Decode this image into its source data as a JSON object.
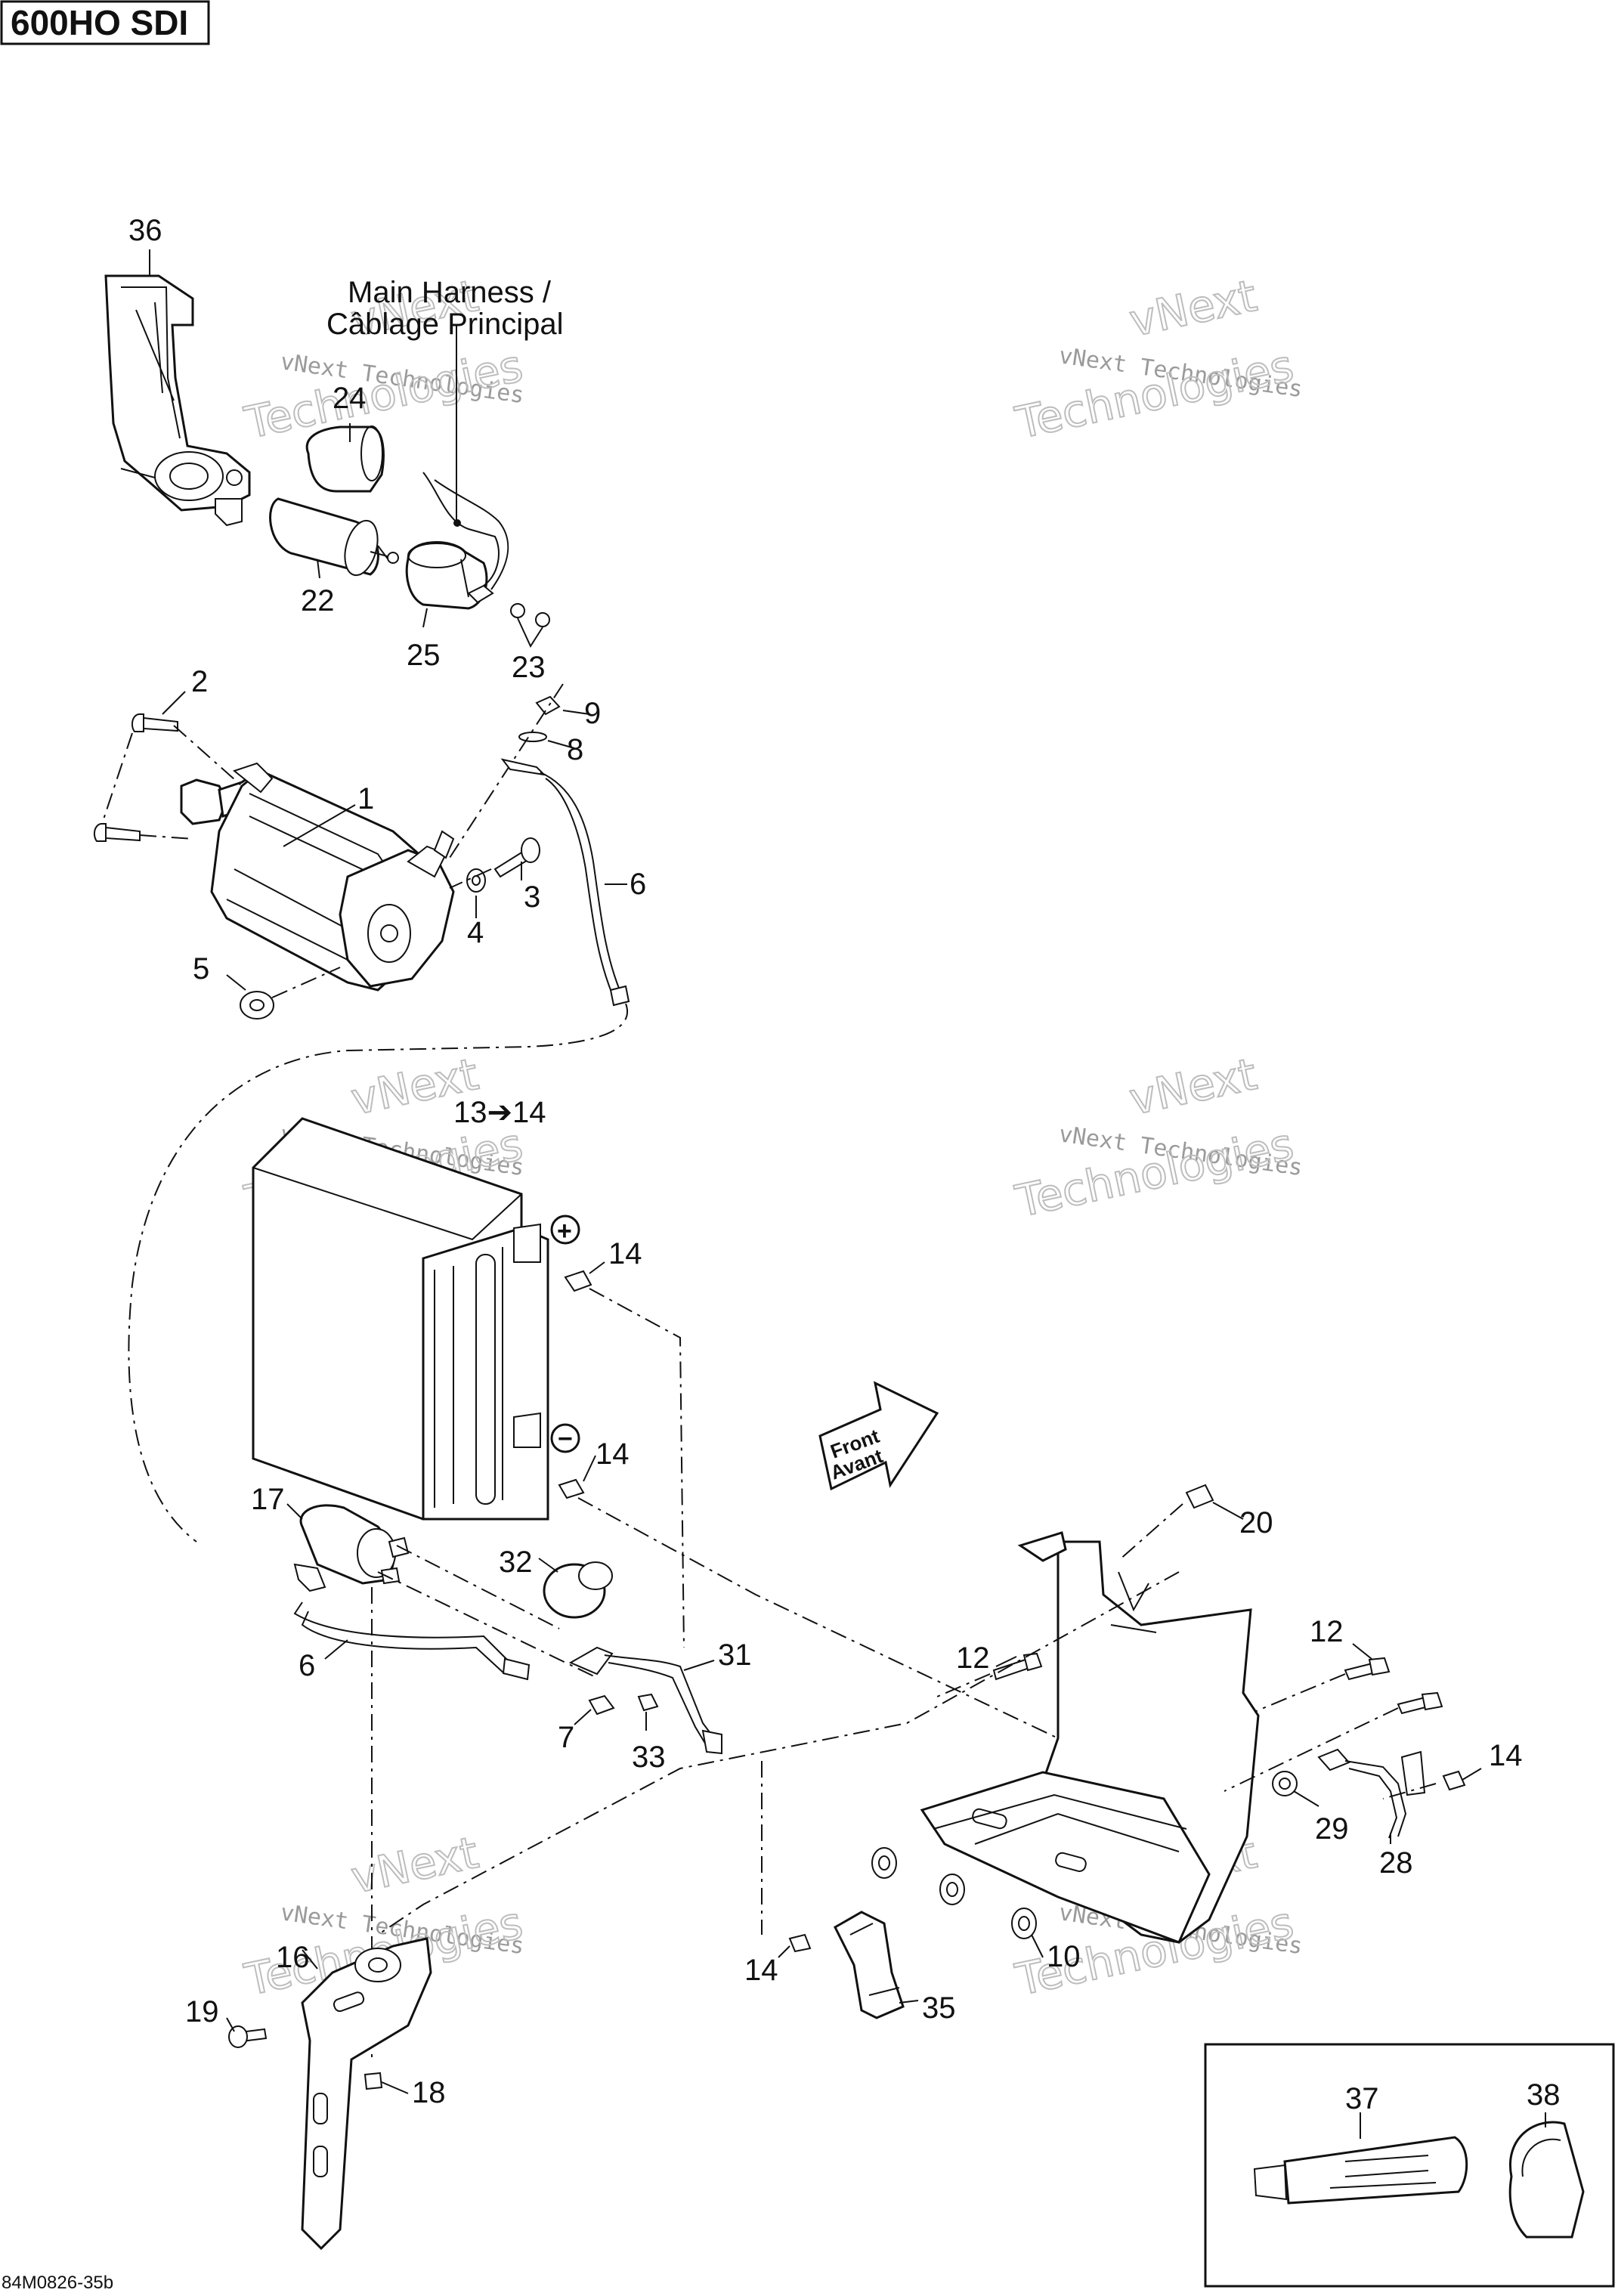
{
  "header": {
    "model": "600HO SDI"
  },
  "footer": {
    "code": "84M0826-35b"
  },
  "labels": {
    "main_harness_en": "Main Harness /",
    "main_harness_fr": "Câblage Principal",
    "direction_en": "Front",
    "direction_fr": "Avant",
    "range_13_14": "13➔14"
  },
  "watermark": {
    "line1": "vNext Technologies",
    "big1": "vNext",
    "big2": "Technologies"
  },
  "callouts": {
    "c1": "1",
    "c2": "2",
    "c3": "3",
    "c4": "4",
    "c5": "5",
    "c6a": "6",
    "c6b": "6",
    "c7": "7",
    "c8": "8",
    "c9": "9",
    "c10": "10",
    "c12a": "12",
    "c12b": "12",
    "c14a": "14",
    "c14b": "14",
    "c14c": "14",
    "c14d": "14",
    "c16": "16",
    "c17": "17",
    "c18": "18",
    "c19": "19",
    "c20": "20",
    "c22": "22",
    "c23": "23",
    "c24": "24",
    "c25": "25",
    "c28": "28",
    "c29": "29",
    "c31": "31",
    "c32": "32",
    "c33": "33",
    "c35": "35",
    "c36": "36",
    "c37": "37",
    "c38": "38"
  },
  "symbols": {
    "positive": "+",
    "negative": "−"
  }
}
